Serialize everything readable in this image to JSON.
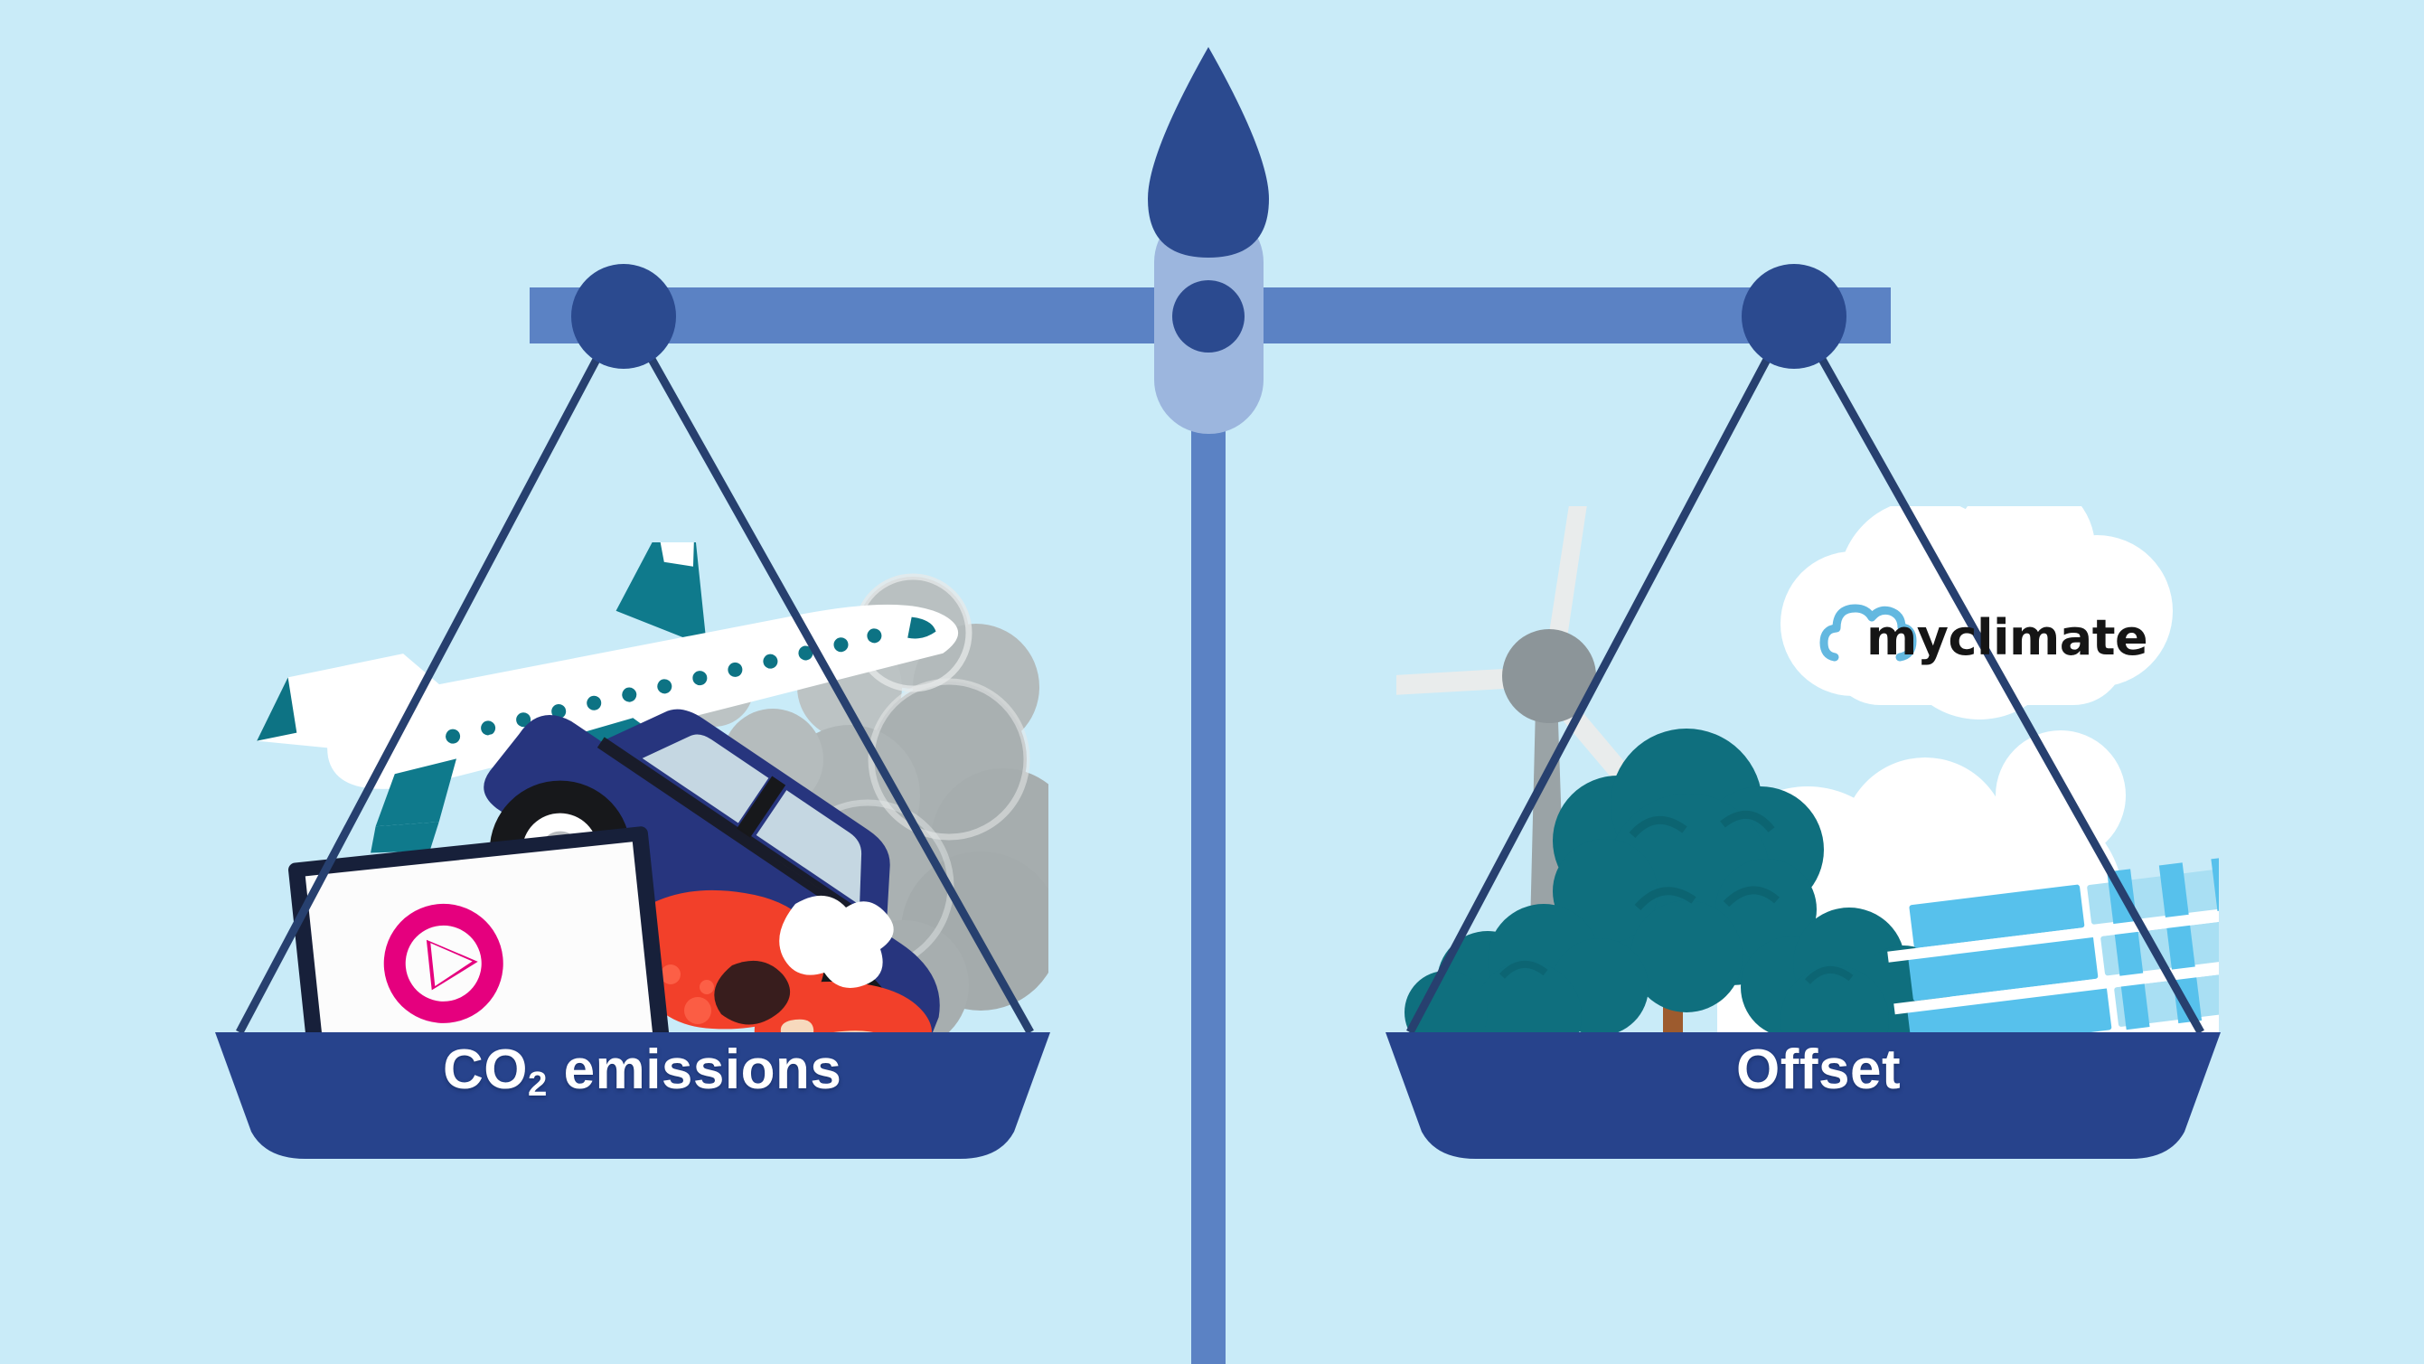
{
  "scene": {
    "title": "CO2 emissions versus Offset balance scale",
    "background_color": "#c9ebf8"
  },
  "colors": {
    "background": "#c9ebf8",
    "pan_navy": "#27438c",
    "beam_blue": "#5b82c4",
    "knob_navy": "#2b4a8f",
    "string_navy": "#27406f",
    "capsule_blue": "#9cb6de",
    "label_white": "#ffffff",
    "teal": "#0d7384",
    "tree_teal": "#0f6f7e",
    "magenta": "#e5007e",
    "red_meat": "#f2402a",
    "car_navy": "#27357e",
    "smoke_grey": "#a9b0b1",
    "solar_blue": "#57c1ec",
    "cloud_white": "#ffffff",
    "logo_text": "#151515",
    "logo_cloud_outline": "#63b8e0"
  },
  "scale": {
    "finial": {
      "name": "teardrop-finial",
      "color": "#2b4a8f"
    },
    "capsule": {
      "name": "fulcrum-capsule",
      "color": "#9cb6de"
    },
    "pivot": {
      "name": "pivot-knob",
      "color": "#2b4a8f"
    },
    "beam": {
      "name": "balance-beam",
      "color": "#5b82c4"
    },
    "post": {
      "name": "center-post",
      "color": "#5b82c4"
    },
    "left_knob": {
      "name": "left-beam-knob",
      "color": "#2b4a8f"
    },
    "right_knob": {
      "name": "right-beam-knob",
      "color": "#2b4a8f"
    }
  },
  "left_pan": {
    "label": "CO",
    "label_sub": "2",
    "label_suffix": " emissions",
    "label_full": "CO2 emissions",
    "items": [
      {
        "name": "airplane",
        "description": "white passenger jet with teal tail and wings"
      },
      {
        "name": "car",
        "description": "navy blue car tilted nose-down"
      },
      {
        "name": "laptop-video",
        "description": "laptop screen with magenta play button"
      },
      {
        "name": "meat-steak",
        "description": "red meat and steak"
      },
      {
        "name": "smoke-cloud",
        "description": "grey exhaust smoke puffs"
      }
    ]
  },
  "right_pan": {
    "label": "Offset",
    "items": [
      {
        "name": "wind-turbine",
        "description": "grey wind turbine with magenta blade tips"
      },
      {
        "name": "tree",
        "description": "teal deciduous trees"
      },
      {
        "name": "cloud",
        "description": "white clouds"
      },
      {
        "name": "solar-panel",
        "description": "light blue photovoltaic panels"
      },
      {
        "name": "myclimate-logo-cloud",
        "description": "white cloud containing the myclimate logo"
      }
    ]
  },
  "logo": {
    "wordmark": "myclimate",
    "cloud_glyph": "cloud-outline-icon"
  }
}
